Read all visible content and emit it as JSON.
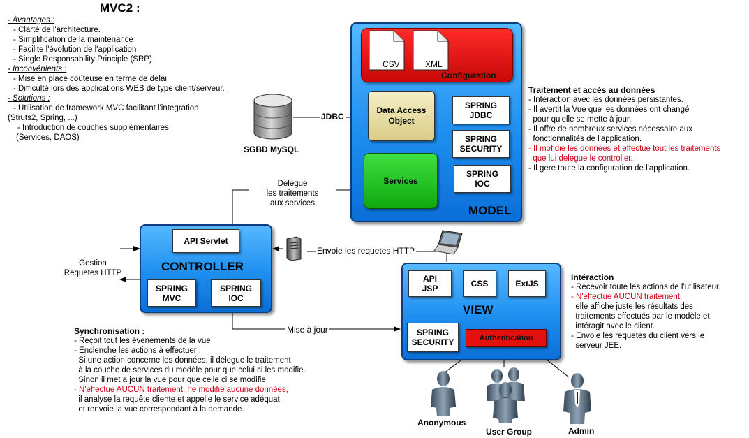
{
  "title": "MVC2 :",
  "left_panel": {
    "avantages_title": "- Avantages :",
    "avantages": [
      "- Clarté de l'architecture.",
      "- Simplification de la maintenance",
      "- Facilite l'évolution de l'application",
      "- Single Responsability Principle (SRP)"
    ],
    "inconvenients_title": "- Inconvénients :",
    "inconvenients": [
      "- Mise en place coûteuse en terme de delai",
      "- Difficulté lors des applications WEB de type client/serveur."
    ],
    "solutions_title": "- Solutions :",
    "solutions": [
      "- Utilisation de framework MVC facilitant l'integration",
      "(Struts2, Spring, ...)",
      "- Introduction de couches supplémentaires",
      "(Services, DAOS)"
    ]
  },
  "database": {
    "label": "SGBD MySQL",
    "link_label": "JDBC"
  },
  "model": {
    "title": "MODEL",
    "configuration_label": "Configuration",
    "files": [
      "CSV",
      "XML"
    ],
    "dao_label_1": "Data Access",
    "dao_label_2": "Object",
    "services_label": "Services",
    "modules": [
      {
        "line1": "SPRING",
        "line2": "JDBC"
      },
      {
        "line1": "SPRING",
        "line2": "SECURITY"
      },
      {
        "line1": "SPRING",
        "line2": "IOC"
      }
    ]
  },
  "model_desc": {
    "title": "Traitement et accés au données",
    "lines": [
      {
        "text": "- Intéraction avec les données persistantes.",
        "red": false
      },
      {
        "text": "- Il avertit la Vue que les données ont changé",
        "red": false
      },
      {
        "text": "  pour qu'elle se mette à jour.",
        "red": false
      },
      {
        "text": "- Il offre de nombreux services nécessaire aux",
        "red": false
      },
      {
        "text": "  fonctionnalités de l'application.",
        "red": false
      },
      {
        "text": "- Il mofidie les données et effectue tout les traitements",
        "red": true
      },
      {
        "text": "  que lui delegue le controller.",
        "red": true
      },
      {
        "text": "- Il gere toute la configuration de l'application.",
        "red": false
      }
    ]
  },
  "controller": {
    "title": "CONTROLLER",
    "api_label": "API Servlet",
    "modules": [
      {
        "line1": "SPRING",
        "line2": "MVC"
      },
      {
        "line1": "SPRING",
        "line2": "IOC"
      }
    ],
    "gestion_1": "Gestion",
    "gestion_2": "Requetes HTTP"
  },
  "delegue": [
    "Delegue",
    "les traitements",
    "aux services"
  ],
  "http_label": "Envoie les requetes HTTP",
  "mise_a_jour": "Mise à jour",
  "view": {
    "title": "VIEW",
    "modules": [
      {
        "line1": "API",
        "line2": "JSP"
      },
      {
        "line1": "CSS",
        "line2": ""
      },
      {
        "line1": "ExtJS",
        "line2": ""
      }
    ],
    "security": {
      "line1": "SPRING",
      "line2": "SECURITY"
    },
    "auth_label": "Authentication"
  },
  "view_desc": {
    "title": "Intéraction",
    "lines": [
      {
        "text": "- Recevoir toute les actions de l'utilisateur.",
        "red": false
      },
      {
        "text": "- N'effectue AUCUN traitement,",
        "red": true
      },
      {
        "text": "  elle affiche juste les résultats des",
        "red": false
      },
      {
        "text": "  traitements effectués par le modèle et",
        "red": false
      },
      {
        "text": "  intéragit avec le client.",
        "red": false
      },
      {
        "text": "- Envoie les requetes du client vers le",
        "red": false
      },
      {
        "text": "  serveur JEE.",
        "red": false
      }
    ]
  },
  "sync_desc": {
    "title": "Synchronisation :",
    "lines": [
      {
        "text": "- Reçoit tout les évenements de la vue",
        "red": false
      },
      {
        "text": "- Enclenche les actions à effectuer :",
        "red": false
      },
      {
        "text": "  Si une action concerne les données, il délegue le traitement",
        "red": false
      },
      {
        "text": "  à la couche de services du modèle pour que celui ci les modifie.",
        "red": false
      },
      {
        "text": "  Sinon il met a jour la vue pour que celle ci se modifie.",
        "red": false
      },
      {
        "text": "- N'effectue AUCUN traitement, ne modifie aucune données,",
        "red": true
      },
      {
        "text": "  il analyse la requête cliente et appelle le service adéquat",
        "red": false
      },
      {
        "text": "  et renvoie la vue correspondant à la demande.",
        "red": false
      }
    ]
  },
  "users": [
    "Anonymous",
    "User Group",
    "Admin"
  ],
  "colors": {
    "blue": "#1e8ff0",
    "config_red": "#d20d0d",
    "services_green": "#22c722",
    "dao_tan": "#efe4a8",
    "auth_red": "#e3100d",
    "text_red": "#d0021b"
  }
}
